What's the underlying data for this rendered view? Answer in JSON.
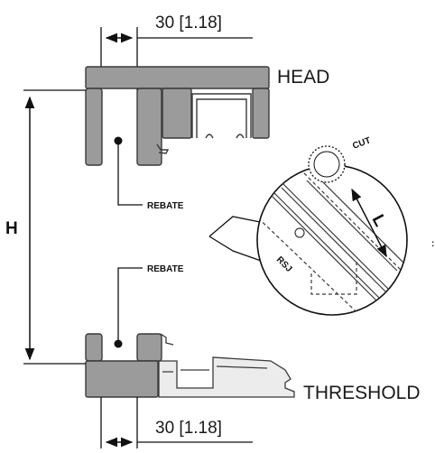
{
  "labels": {
    "top_dimension": "30 [1.18]",
    "bottom_dimension": "30 [1.18]",
    "head": "HEAD",
    "threshold": "THRESHOLD",
    "height": "H",
    "rebate_upper": "REBATE",
    "rebate_lower": "REBATE",
    "cut": "CUT",
    "length": "L",
    "rsj": "RSJ",
    "edge_mark": ":"
  },
  "colors": {
    "profile_fill": "#9b9b9b",
    "profile_stroke": "#3a3a3a",
    "line": "#111111",
    "detail_fill": "#ececec"
  }
}
